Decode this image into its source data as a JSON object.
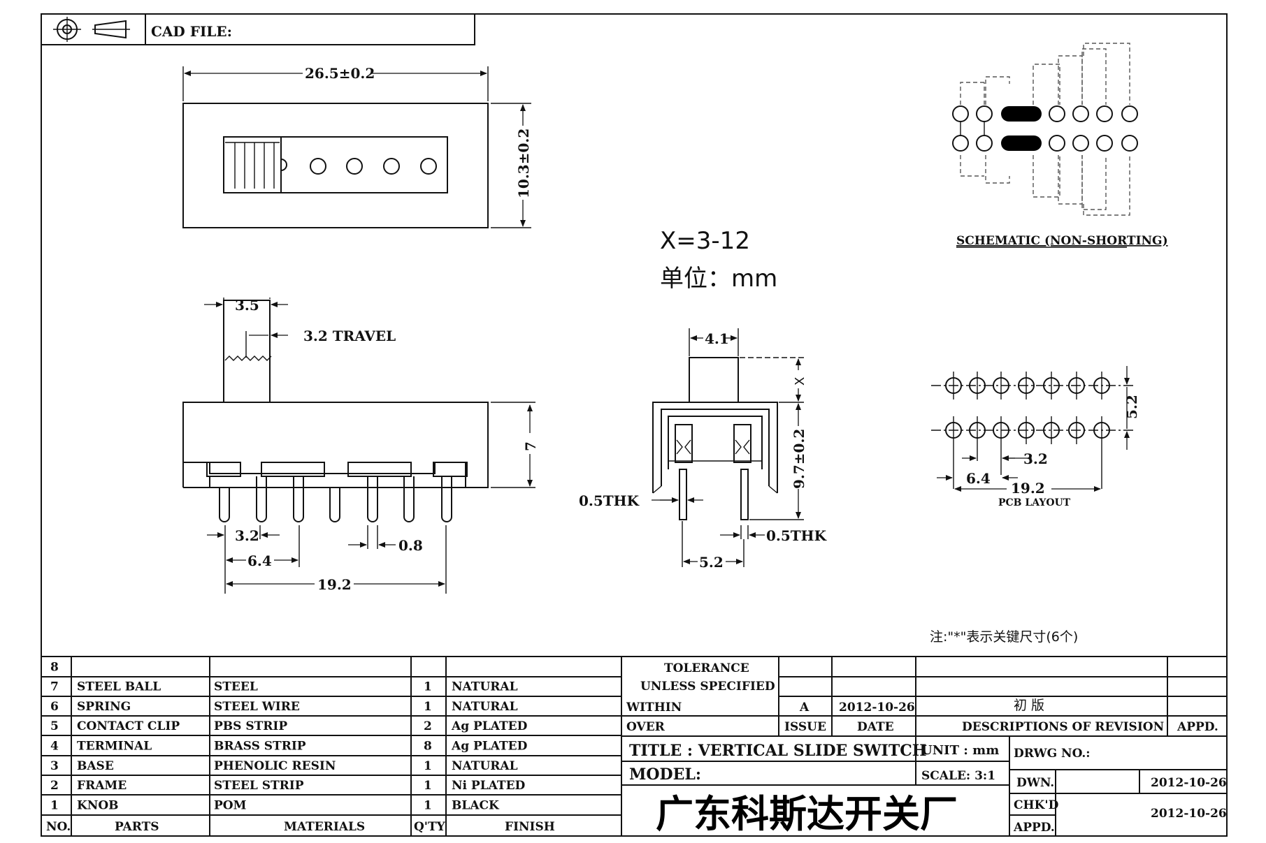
{
  "header": {
    "cad_file_label": "CAD FILE:"
  },
  "top_view": {
    "width_dim": "26.5±0.2",
    "height_dim": "10.3±0.2"
  },
  "notes": {
    "x_range": "X=3-12",
    "unit_cn": "单位：mm",
    "footnote": "注:\"*\"表示关键尺寸(6个)"
  },
  "schematic": {
    "title": "SCHEMATIC (NON-SHORTING)"
  },
  "side_view": {
    "knob_width": "3.5",
    "travel": "3.2 TRAVEL",
    "height": "7",
    "pitch": "3.2",
    "pin_width": "0.8",
    "pitch2": "6.4",
    "overall": "19.2"
  },
  "end_view": {
    "knob_width": "4.1",
    "x_dim": "X",
    "height": "9.7±0.2",
    "thk_left": "0.5THK",
    "thk_right": "0.5THK",
    "row_spacing": "5.2"
  },
  "pcb_layout": {
    "title": "PCB LAYOUT",
    "row_spacing": "5.2",
    "pitch": "3.2",
    "pitch2": "6.4",
    "overall": "19.2"
  },
  "bom": {
    "rows": [
      {
        "no": "8",
        "part": "",
        "material": "",
        "qty": "",
        "finish": ""
      },
      {
        "no": "7",
        "part": "STEEL BALL",
        "material": "STEEL",
        "qty": "1",
        "finish": "NATURAL"
      },
      {
        "no": "6",
        "part": "SPRING",
        "material": "STEEL WIRE",
        "qty": "1",
        "finish": "NATURAL"
      },
      {
        "no": "5",
        "part": "CONTACT CLIP",
        "material": "PBS STRIP",
        "qty": "2",
        "finish": "Ag PLATED"
      },
      {
        "no": "4",
        "part": "TERMINAL",
        "material": "BRASS STRIP",
        "qty": "8",
        "finish": "Ag PLATED"
      },
      {
        "no": "3",
        "part": "BASE",
        "material": "PHENOLIC RESIN",
        "qty": "1",
        "finish": "NATURAL"
      },
      {
        "no": "2",
        "part": "FRAME",
        "material": "STEEL STRIP",
        "qty": "1",
        "finish": "Ni PLATED"
      },
      {
        "no": "1",
        "part": "KNOB",
        "material": "POM",
        "qty": "1",
        "finish": "BLACK"
      }
    ],
    "headers": {
      "no": "NO.",
      "part": "PARTS",
      "material": "MATERIALS",
      "qty": "Q'TY",
      "finish": "FINISH"
    }
  },
  "title_block": {
    "tolerance_1": "TOLERANCE",
    "tolerance_2": "UNLESS  SPECIFIED",
    "within": "WITHIN",
    "over": "OVER",
    "rev_a": "A",
    "rev_a_date": "2012-10-26",
    "rev_a_desc": "初  版",
    "issue": "ISSUE",
    "date": "DATE",
    "desc_rev": "DESCRIPTIONS OF REVISION",
    "appd": "APPD.",
    "title": "TITLE :  VERTICAL  SLIDE  SWITCH",
    "unit": "UNIT :  mm",
    "drwg_no": "DRWG NO.:",
    "model": "MODEL:",
    "scale": "SCALE:  3:1",
    "dwn": "DWN.",
    "dwn_date": "2012-10-26",
    "chkd": "CHK'D",
    "chkd_date": "2012-10-26",
    "appd2": "APPD.",
    "company": "广东科斯达开关厂"
  }
}
